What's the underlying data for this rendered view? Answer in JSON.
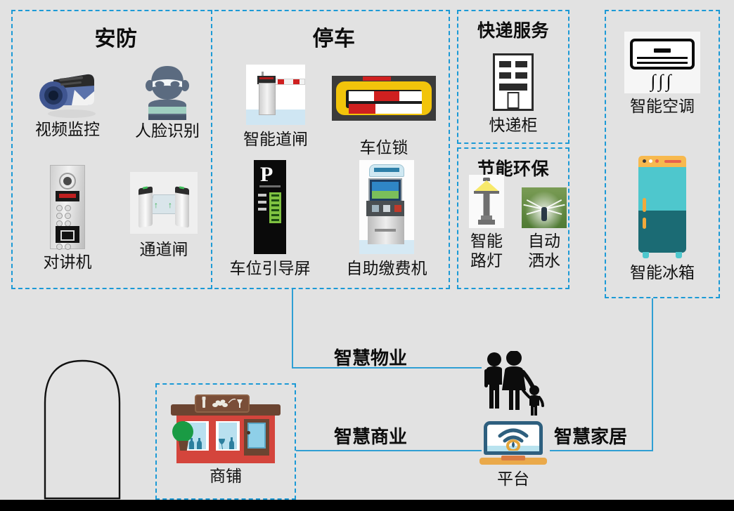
{
  "diagram": {
    "title_hidden": "",
    "background_color": "#e2e2e2",
    "accent_color": "#1c9ad6",
    "groups": [
      {
        "id": "security",
        "title": "安防",
        "items": [
          {
            "label": "视频监控",
            "icon": "video-camera-icon"
          },
          {
            "label": "人脸识别",
            "icon": "face-recognition-icon"
          },
          {
            "label": "对讲机",
            "icon": "intercom-icon"
          },
          {
            "label": "通道闸",
            "icon": "turnstile-icon"
          }
        ]
      },
      {
        "id": "parking",
        "title": "停车",
        "items": [
          {
            "label": "智能道闸",
            "icon": "barrier-gate-icon"
          },
          {
            "label": "车位锁",
            "icon": "parking-lock-icon"
          },
          {
            "label": "车位引导屏",
            "icon": "parking-guidance-screen-icon"
          },
          {
            "label": "自助缴费机",
            "icon": "self-payment-kiosk-icon"
          }
        ]
      },
      {
        "id": "express",
        "title": "快递服务",
        "items": [
          {
            "label": "快递柜",
            "icon": "express-locker-icon"
          }
        ]
      },
      {
        "id": "energy",
        "title": "节能环保",
        "items": [
          {
            "label": "智能\n路灯",
            "label_line1": "智能",
            "label_line2": "路灯",
            "icon": "street-lamp-icon"
          },
          {
            "label": "自动\n洒水",
            "label_line1": "自动",
            "label_line2": "洒水",
            "icon": "sprinkler-icon"
          }
        ]
      },
      {
        "id": "home",
        "title": "",
        "items": [
          {
            "label": "智能空调",
            "icon": "air-conditioner-icon"
          },
          {
            "label": "智能冰箱",
            "icon": "refrigerator-icon"
          }
        ]
      },
      {
        "id": "commerce",
        "title": "",
        "items": [
          {
            "label": "商铺",
            "icon": "shop-icon"
          }
        ]
      }
    ],
    "flows": [
      {
        "id": "smart-property",
        "label": "智慧物业"
      },
      {
        "id": "smart-commerce",
        "label": "智慧商业"
      },
      {
        "id": "smart-home",
        "label": "智慧家居"
      }
    ],
    "center": {
      "platform_label": "平台",
      "family_icon": "family-icon",
      "platform_icon": "laptop-wifi-icon"
    }
  }
}
